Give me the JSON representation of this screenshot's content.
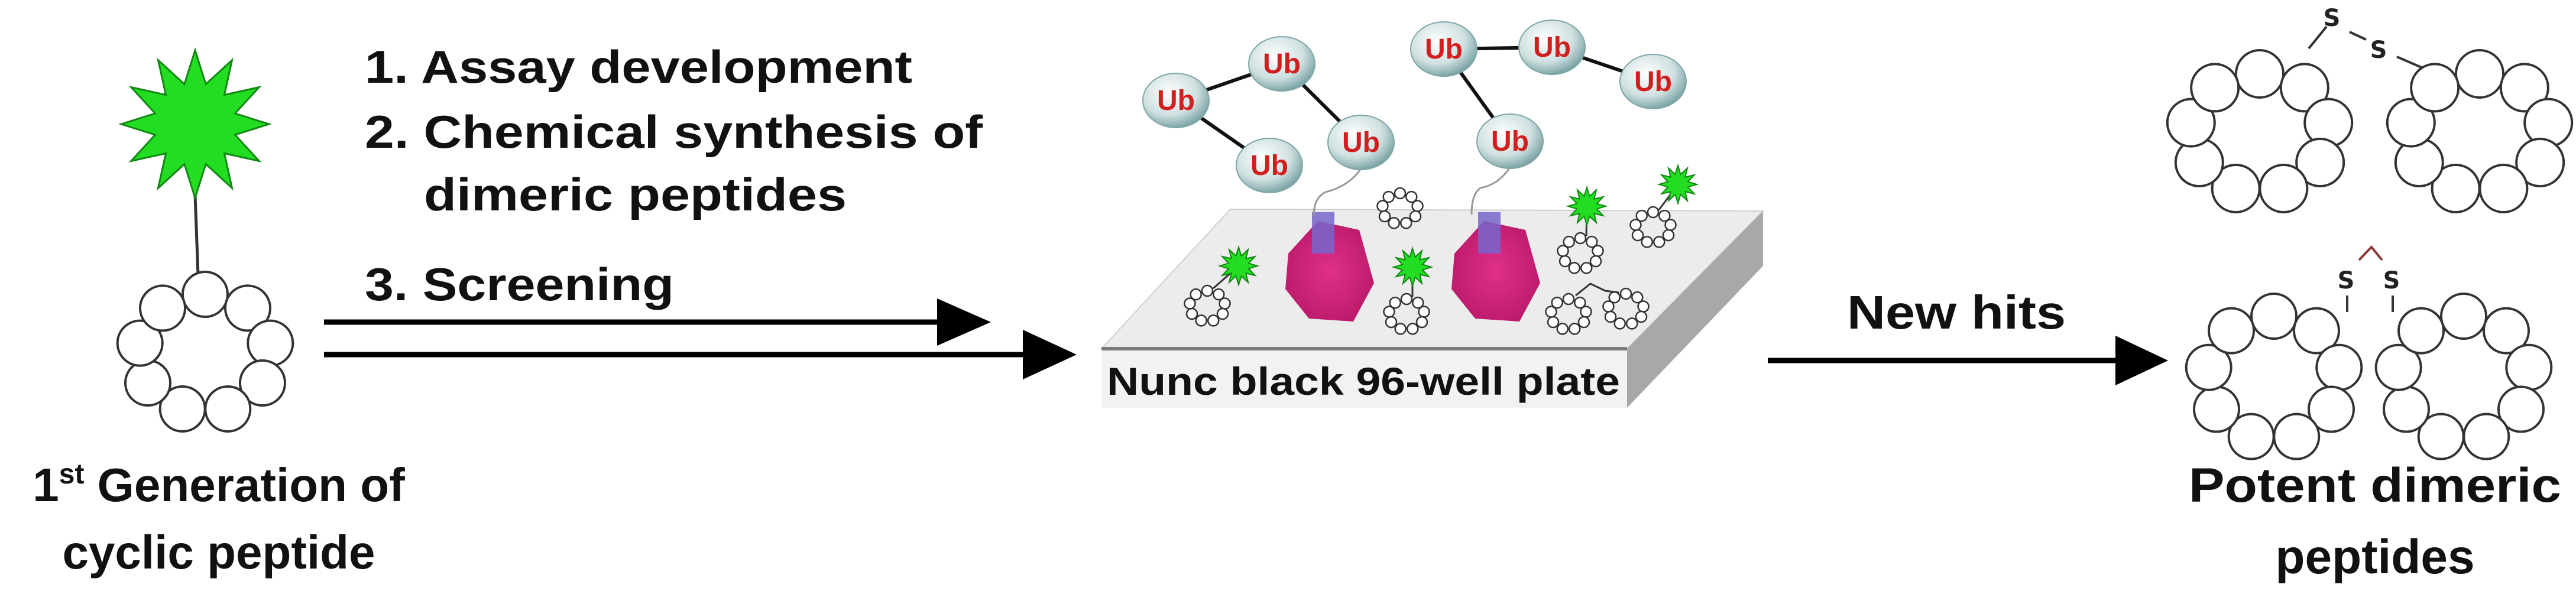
{
  "left": {
    "label_line1_prefix": "1",
    "label_line1_sup": "st",
    "label_line1_rest": " Generation of",
    "label_line2": "cyclic peptide"
  },
  "steps": [
    "1. Assay development",
    "2. Chemical synthesis of",
    "dimeric peptides",
    "3. Screening"
  ],
  "plate": {
    "label": "Nunc black 96-well plate",
    "ub_label": "Ub"
  },
  "hits_label": "New hits",
  "right": {
    "s_label": "S",
    "label_line1": "Potent dimeric",
    "label_line2": "peptides"
  },
  "colors": {
    "fluorophore": "#22dd22",
    "protein": "#d0207a",
    "ub_text": "#d21e1e",
    "plate_side": "#a8a8a8"
  }
}
